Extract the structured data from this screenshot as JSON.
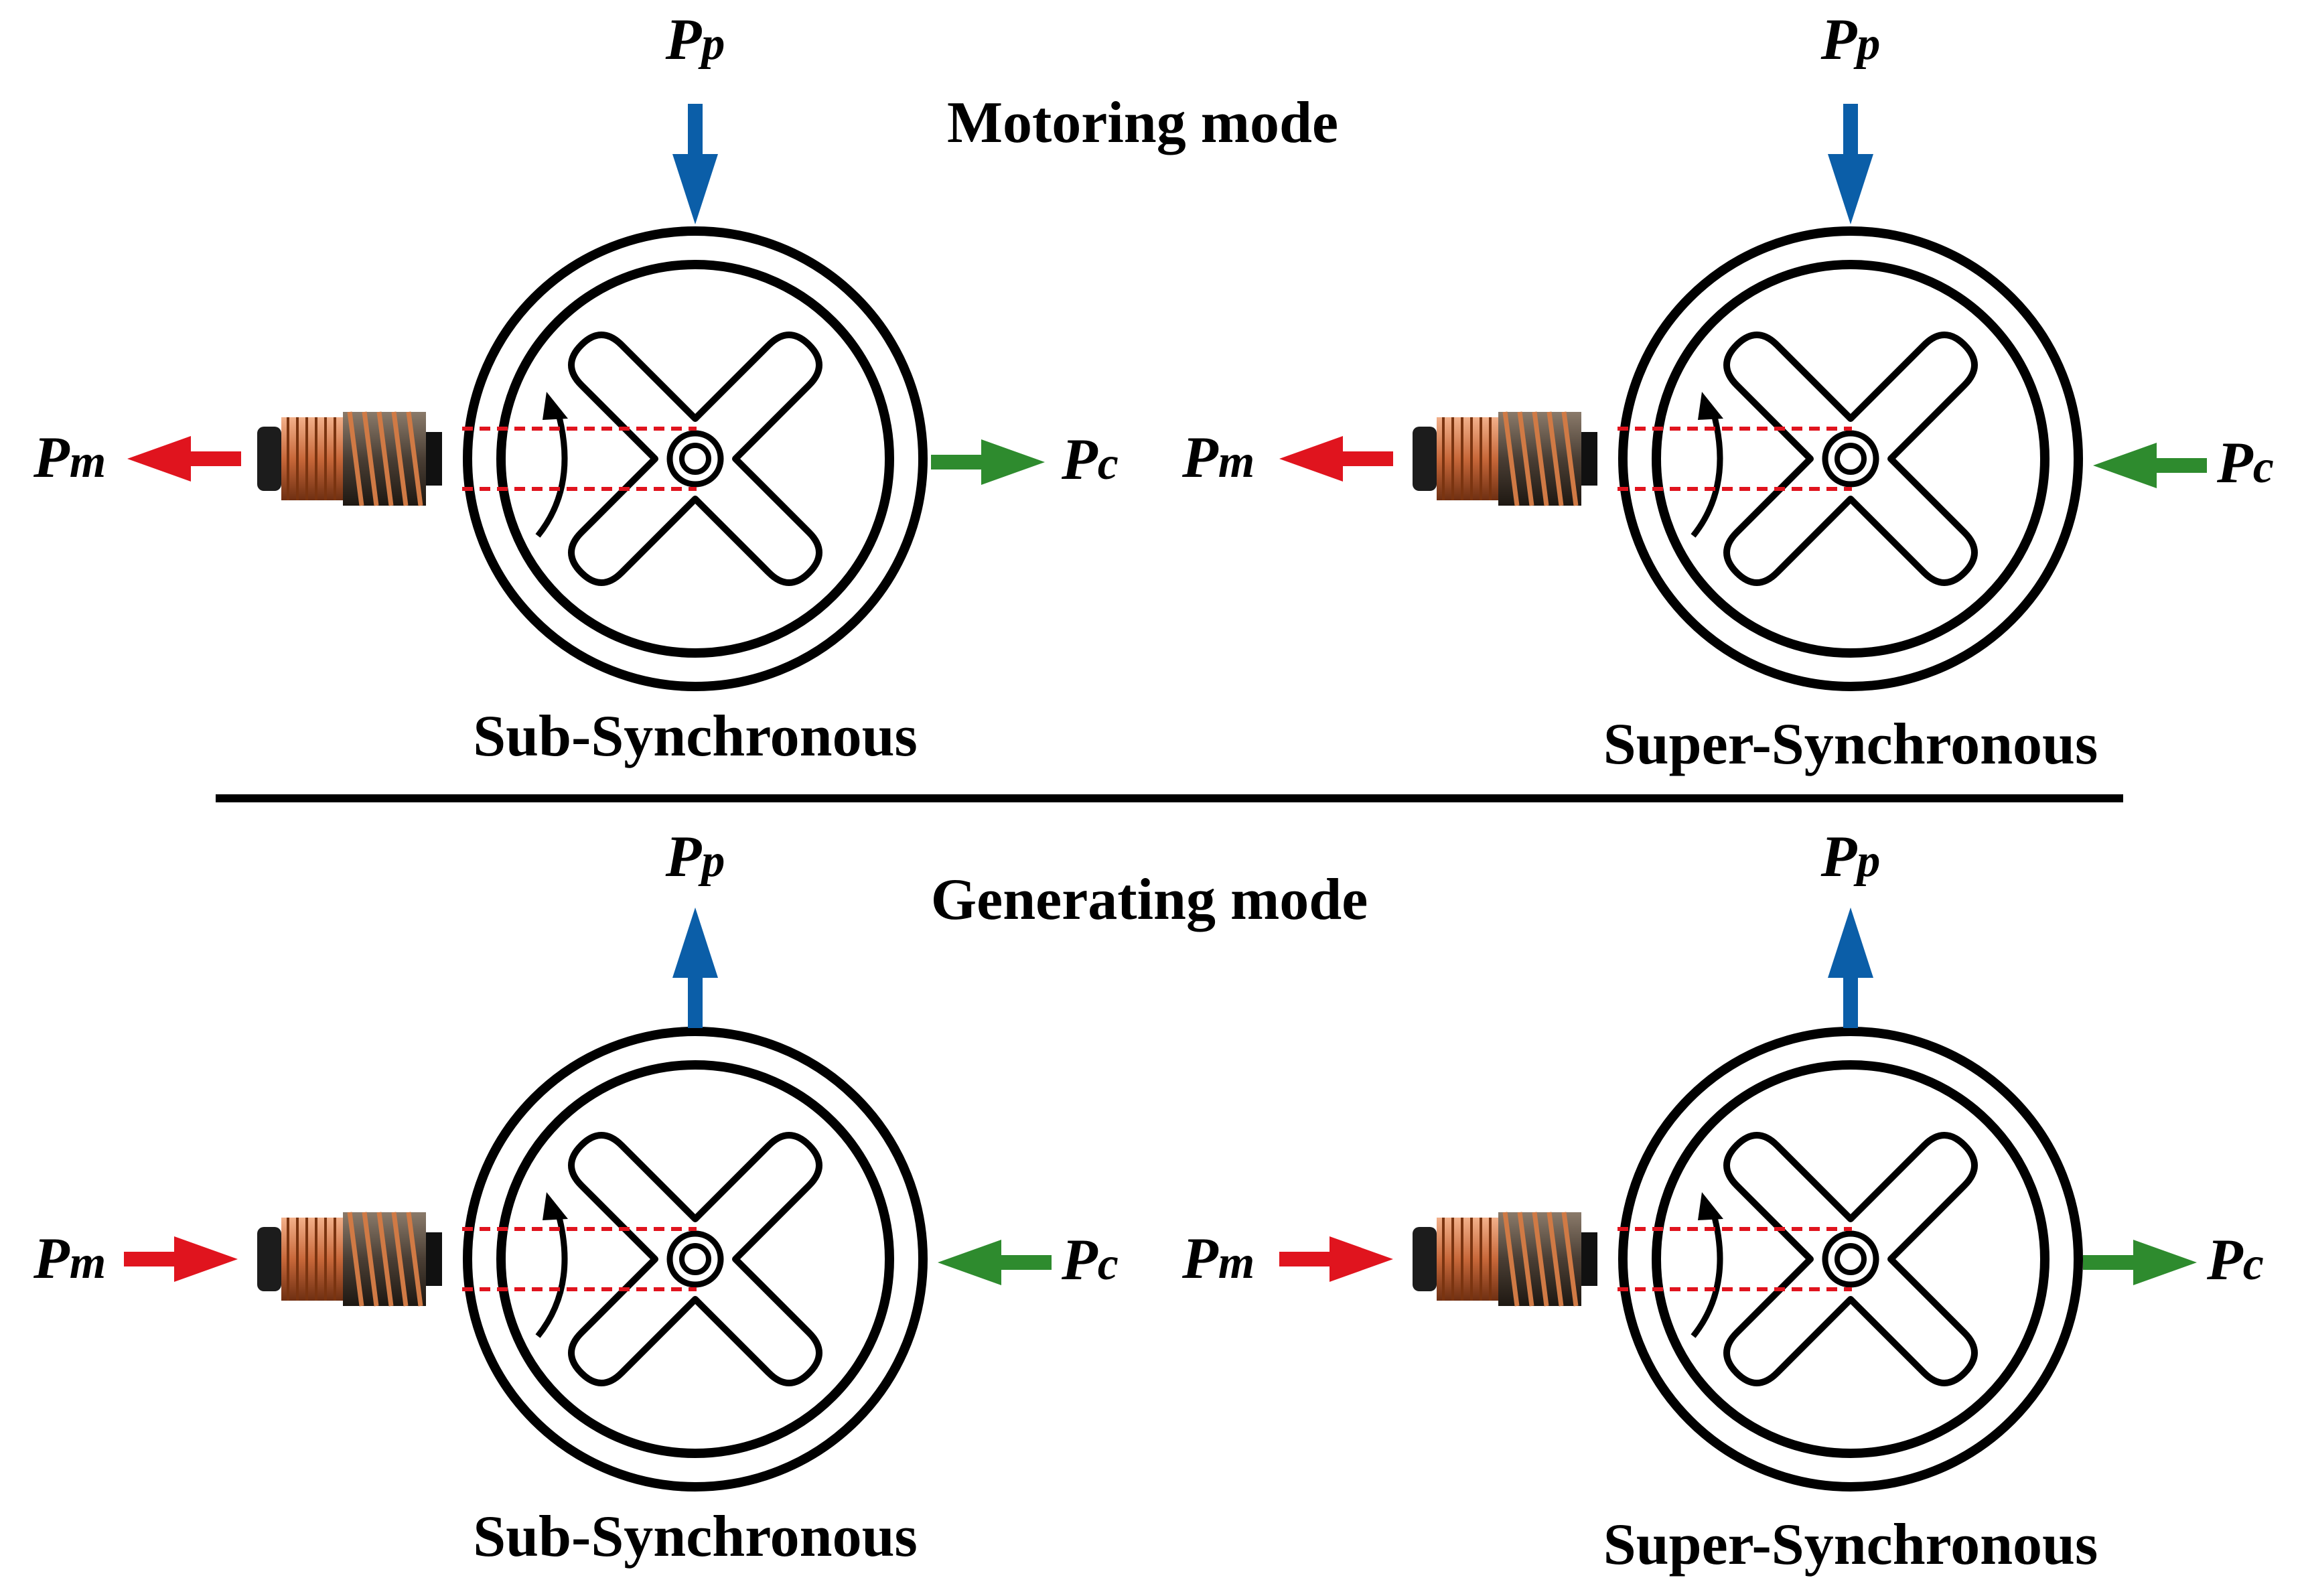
{
  "modes": {
    "motoring": {
      "title": "Motoring mode"
    },
    "generating": {
      "title": "Generating mode"
    }
  },
  "captions": {
    "sub": "Sub-Synchronous",
    "super": "Super-Synchronous"
  },
  "power_labels": {
    "p_symbol": "P",
    "pp_sub": "p",
    "pm_sub": "m",
    "pc_sub": "c"
  },
  "colors": {
    "stator_power_arrow": "#0b5ea8",
    "mechanical_power_arrow": "#e0141e",
    "rotor_power_arrow": "#2e8b2e",
    "machine_outline": "#000000",
    "airgap_dashes": "#e0141e",
    "armature_copper": "#c8683a"
  },
  "panels": [
    {
      "id": "motoring-sub",
      "mode": "motoring",
      "regime": "sub",
      "pp_direction": "in",
      "pm_direction": "out",
      "pc_direction": "out"
    },
    {
      "id": "motoring-super",
      "mode": "motoring",
      "regime": "super",
      "pp_direction": "in",
      "pm_direction": "out",
      "pc_direction": "in"
    },
    {
      "id": "generating-sub",
      "mode": "generating",
      "regime": "sub",
      "pp_direction": "out",
      "pm_direction": "in",
      "pc_direction": "in"
    },
    {
      "id": "generating-super",
      "mode": "generating",
      "regime": "super",
      "pp_direction": "out",
      "pm_direction": "in",
      "pc_direction": "out"
    }
  ]
}
